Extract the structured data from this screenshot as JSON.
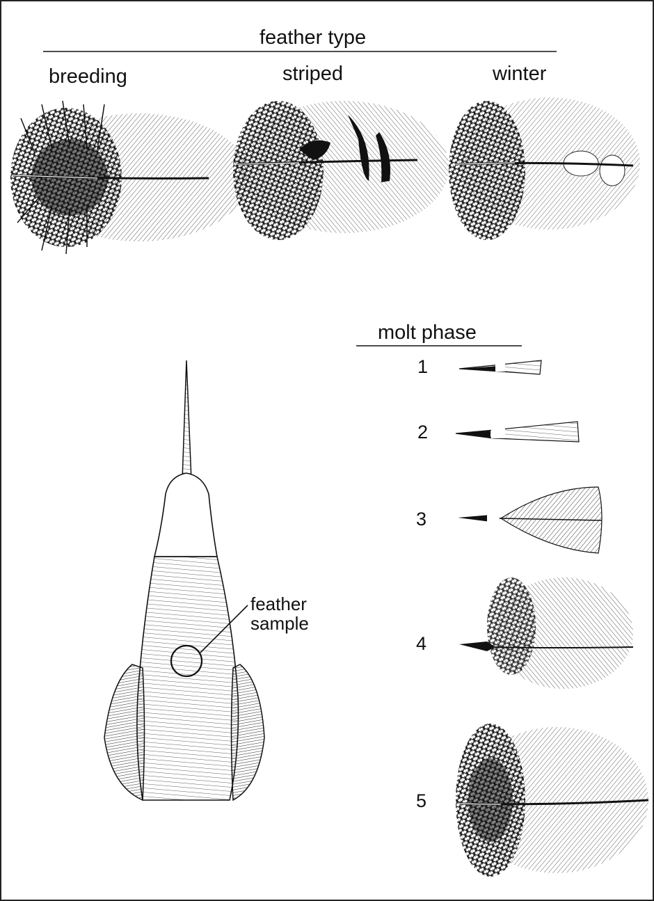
{
  "feather_types": {
    "title": "feather type",
    "items": [
      "breeding",
      "striped",
      "winter"
    ]
  },
  "molt": {
    "title": "molt phase",
    "phases": [
      "1",
      "2",
      "3",
      "4",
      "5"
    ]
  },
  "bird": {
    "callout_line1": "feather",
    "callout_line2": "sample"
  }
}
